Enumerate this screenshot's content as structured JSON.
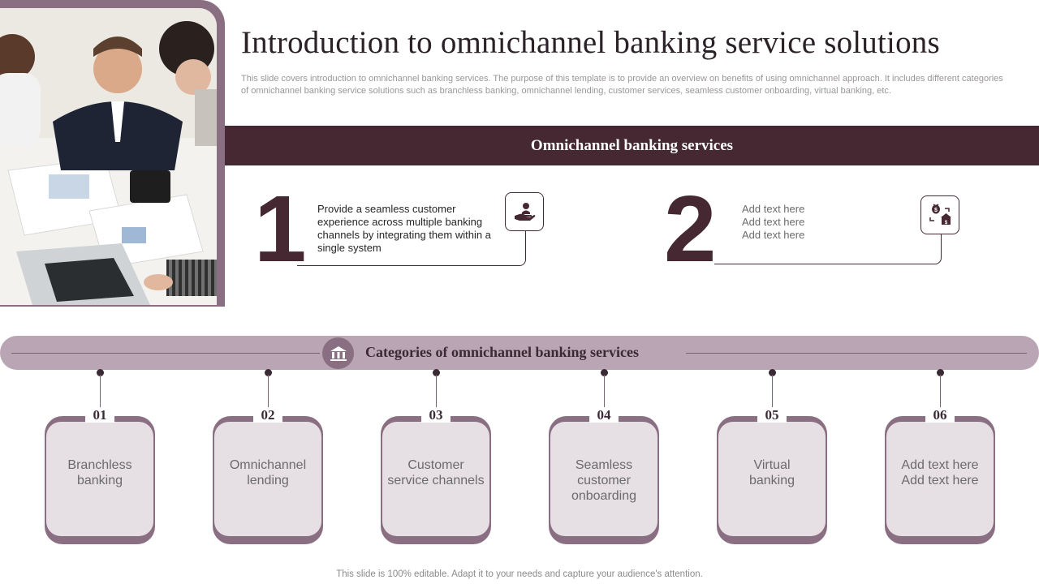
{
  "title": "Introduction to omnichannel banking service solutions",
  "subtitle": "This slide covers introduction to omnichannel banking services. The purpose of this template is to provide an overview on benefits of using omnichannel approach. It includes different categories of omnichannel banking service solutions such as branchless banking, omnichannel lending, customer services, seamless customer onboarding, virtual banking, etc.",
  "band_title": "Omnichannel  banking services",
  "points": [
    {
      "number": "1",
      "text": "Provide  a seamless customer experience across multiple banking channels by integrating them within a single system",
      "icon": "hand-with-person-icon"
    },
    {
      "number": "2",
      "text_lines": [
        "Add text here",
        "Add text here",
        "Add text here"
      ],
      "icon": "money-exchange-icon"
    }
  ],
  "categories_title": "Categories of omnichannel banking services",
  "categories_icon": "bank-icon",
  "categories": [
    {
      "number": "01",
      "lines": [
        "Branchless",
        "banking"
      ]
    },
    {
      "number": "02",
      "lines": [
        "Omnichannel",
        "lending"
      ]
    },
    {
      "number": "03",
      "lines": [
        "Customer",
        "service channels"
      ]
    },
    {
      "number": "04",
      "lines": [
        "Seamless",
        "customer",
        "onboarding"
      ]
    },
    {
      "number": "05",
      "lines": [
        "Virtual",
        "banking"
      ]
    },
    {
      "number": "06",
      "lines": [
        "Add text here",
        "Add text here"
      ]
    }
  ],
  "footer": "This slide is 100% editable. Adapt it to your needs and capture your audience's attention.",
  "colors": {
    "accent_dark": "#462832",
    "accent_mid": "#8a6f82",
    "accent_light": "#b9a5b3",
    "card_fill": "#e6dfe3"
  }
}
